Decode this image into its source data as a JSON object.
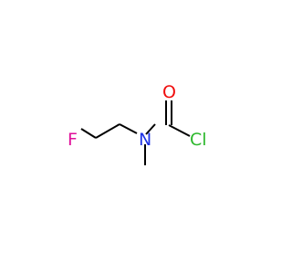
{
  "molecule": {
    "colors": {
      "bond": "#000000",
      "F": "#e0109a",
      "N": "#1e33e6",
      "O": "#f00d0d",
      "Cl": "#2cb82c"
    },
    "atoms": {
      "F": "F",
      "N": "N",
      "O": "O",
      "Cl": "Cl"
    }
  }
}
